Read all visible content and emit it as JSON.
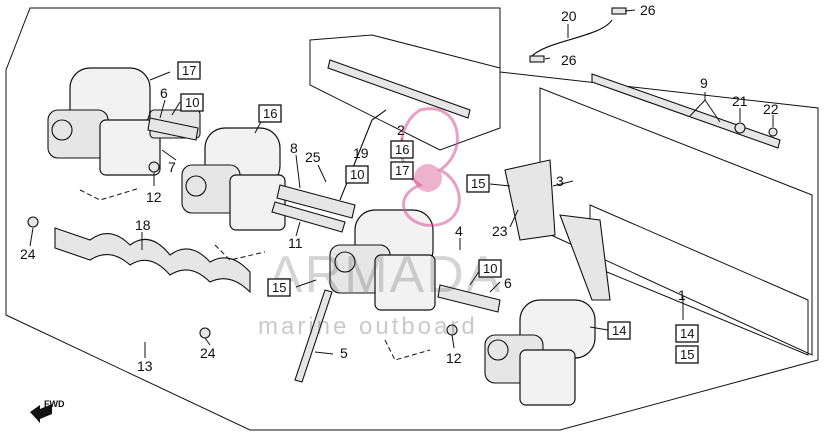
{
  "watermark": {
    "brand": "ARMADA",
    "tagline": "marine outboard",
    "accent_color": "#d6548f"
  },
  "fwd_label": "FWD",
  "labels": {
    "l20": "20",
    "l26a": "26",
    "l26b": "26",
    "l17a": "17",
    "l6a": "6",
    "l10a": "10",
    "l16a": "16",
    "l9": "9",
    "l21": "21",
    "l22": "22",
    "l2": "2",
    "l16b": "16",
    "l17b": "17",
    "l19": "19",
    "l10b": "10",
    "l25": "25",
    "l8": "8",
    "l7": "7",
    "l12a": "12",
    "l15a": "15",
    "l3": "3",
    "l23": "23",
    "l4": "4",
    "l18": "18",
    "l24a": "24",
    "l11": "11",
    "l10c": "10",
    "l6b": "6",
    "l15b": "15",
    "l1": "1",
    "l14a": "14",
    "l14b": "14",
    "l15c": "15",
    "l24b": "24",
    "l13": "13",
    "l5": "5",
    "l12b": "12"
  }
}
